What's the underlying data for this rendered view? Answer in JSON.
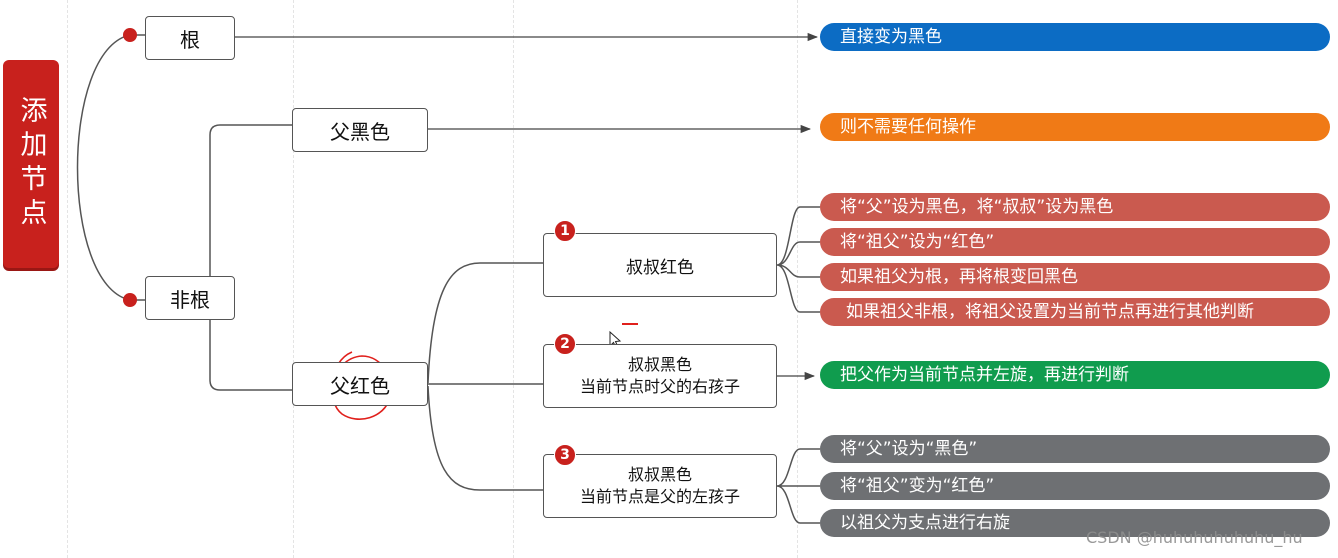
{
  "root": {
    "label": "添加节点"
  },
  "nodes": {
    "root_case": "根",
    "non_root": "非根",
    "parent_black": "父黑色",
    "parent_red": "父红色",
    "uncle_red": "叔叔红色",
    "uncle_black_right": {
      "line1": "叔叔黑色",
      "line2": "当前节点时父的右孩子"
    },
    "uncle_black_left": {
      "line1": "叔叔黑色",
      "line2": "当前节点是父的左孩子"
    }
  },
  "badges": [
    "1",
    "2",
    "3"
  ],
  "actions": {
    "root_action": "直接变为黑色",
    "parent_black_action": "则不需要任何操作",
    "uncle_red_steps": [
      "将“父”设为黑色，将“叔叔”设为黑色",
      "将“祖父”设为“红色”",
      "如果祖父为根，再将根变回黑色",
      "如果祖父非根，将祖父设置为当前节点再进行其他判断"
    ],
    "uncle_black_right_action": "把父作为当前节点并左旋，再进行判断",
    "uncle_black_left_steps": [
      "将“父”设为“黑色”",
      "将“祖父”变为“红色”",
      "以祖父为支点进行右旋"
    ]
  },
  "colors": {
    "root_fill": "#c8211d",
    "blue": "#0c6cc4",
    "orange": "#f07a16",
    "red_pill": "#ca5a4f",
    "green": "#109c4e",
    "gray": "#6e7073",
    "annotation": "#e0201c"
  },
  "watermark": "CSDN @huhuhuhuhuhu_hu"
}
